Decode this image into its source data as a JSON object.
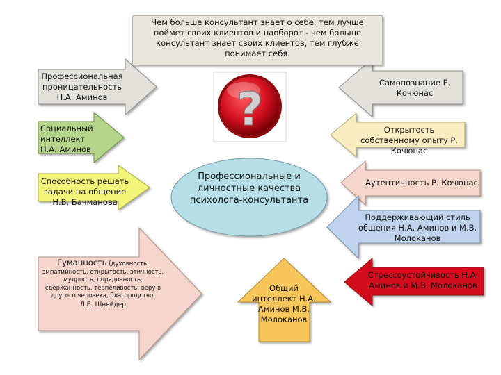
{
  "header_text": "Чем больше консультант знает о себе, тем лучше поймет своих клиентов и наоборот - чем больше консультант знает своих клиентов, тем глубже понимает себя.",
  "center": "Профессиональные и личностные качества психолога-консультанта",
  "question_icon": "question-mark-icon",
  "arrows": {
    "prof_insight": "Профессиональная проницательность Н.А. Аминов",
    "social_intellect": "Социальный интеллект Н.А. Аминов",
    "problem_solving": "Способность решать задачи на общение Н.В. Бачманова",
    "humanity_title": "Гуманность",
    "humanity_detail": "(духовность, эмпатийность, открытость, этичность, мудрость, порядочность, сдержанность, терпеливость, веру в другого человека, благородство.",
    "humanity_author": "Л.Б. Шнейдер",
    "general_intellect": "Общий интеллект Н.А. Аминов М.В. Молоканов",
    "self_knowledge": "Самопознание Р. Кочюнас",
    "openness": "Открытость собственному опыту Р. Кочюнас",
    "authenticity": "Аутентичность Р. Кочюнас",
    "supportive_style": "Поддерживающий стиль общения Н.А. Аминов и М.В. Молоканов",
    "stress_resistance": "Стрессоустойчивость Н.А. Аминов и М.В. Молоканов"
  },
  "colors": {
    "gray": "#e3e1dc",
    "green": "#b5d58a",
    "yellow": "#f2f57a",
    "pink": "#f5d6cc",
    "orange": "#f7c65a",
    "cream": "#f8ecc0",
    "blue": "#bfd3ec",
    "red": "#d4101f",
    "ellipse": "#b7dfe8"
  }
}
